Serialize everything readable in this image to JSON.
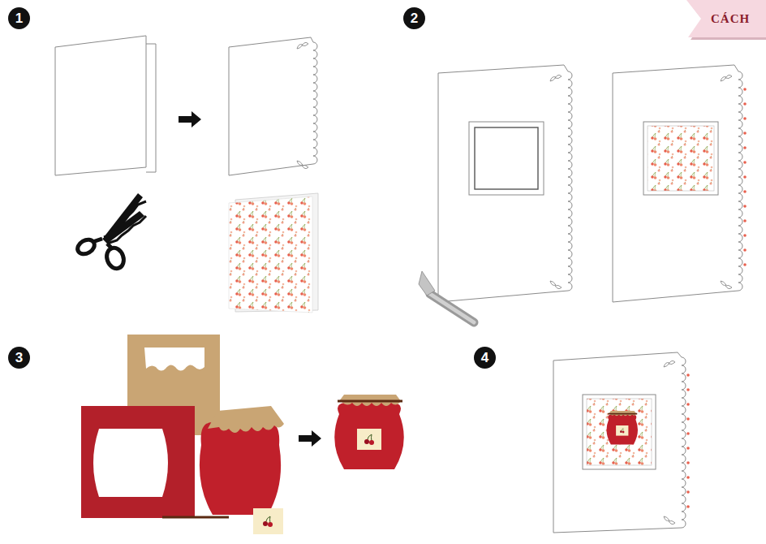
{
  "diagram": {
    "nodes": [
      {
        "text": [
          "1"
        ]
      },
      {
        "text": [
          "2"
        ]
      },
      {
        "text": [
          "CÁCH"
        ]
      },
      {
        "text": [
          "3"
        ]
      },
      {
        "text": [
          "4"
        ]
      }
    ]
  }
}
